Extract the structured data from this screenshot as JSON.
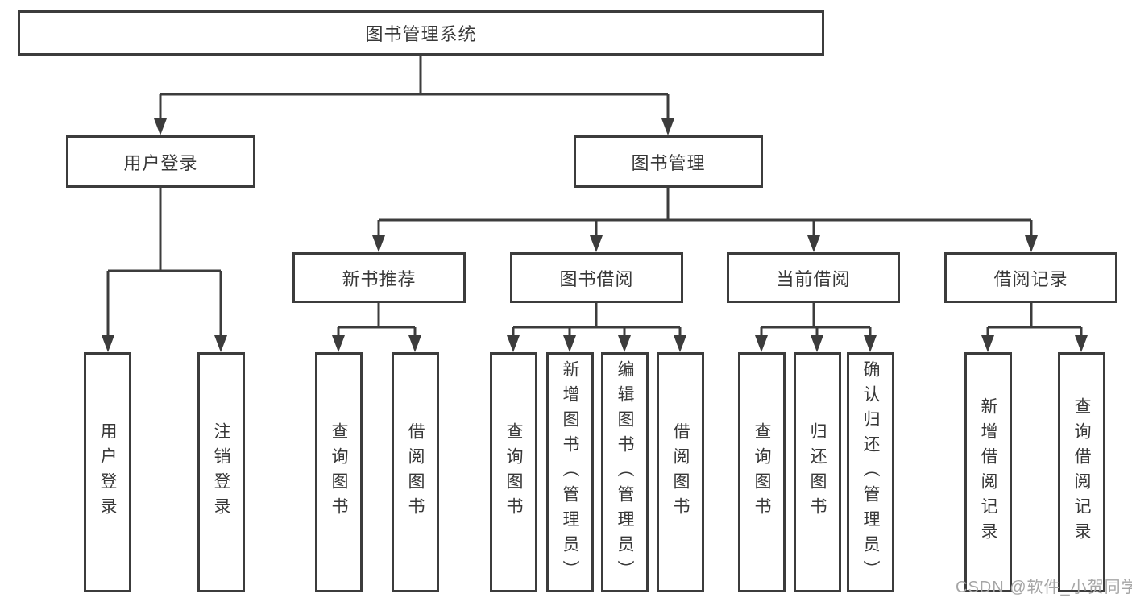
{
  "diagram": {
    "watermark": "CSDN @软件_小贺同学",
    "colors": {
      "line": "#3c3c3c",
      "box_border": "#3c3c3c",
      "text": "#383838",
      "background": "#ffffff",
      "watermark": "#a6a6a6"
    },
    "tree": {
      "root": {
        "label": "图书管理系统",
        "children": [
          {
            "label": "用户登录",
            "children": [
              {
                "label": "用户登录"
              },
              {
                "label": "注销登录"
              }
            ]
          },
          {
            "label": "图书管理",
            "children": [
              {
                "label": "新书推荐",
                "children": [
                  {
                    "label": "查询图书"
                  },
                  {
                    "label": "借阅图书"
                  }
                ]
              },
              {
                "label": "图书借阅",
                "children": [
                  {
                    "label": "查询图书"
                  },
                  {
                    "label": "新增图书（管理员）"
                  },
                  {
                    "label": "编辑图书（管理员）"
                  },
                  {
                    "label": "借阅图书"
                  }
                ]
              },
              {
                "label": "当前借阅",
                "children": [
                  {
                    "label": "查询图书"
                  },
                  {
                    "label": "归还图书"
                  },
                  {
                    "label": "确认归还（管理员）"
                  }
                ]
              },
              {
                "label": "借阅记录",
                "children": [
                  {
                    "label": "新增借阅记录"
                  },
                  {
                    "label": "查询借阅记录"
                  }
                ]
              }
            ]
          }
        ]
      }
    }
  }
}
